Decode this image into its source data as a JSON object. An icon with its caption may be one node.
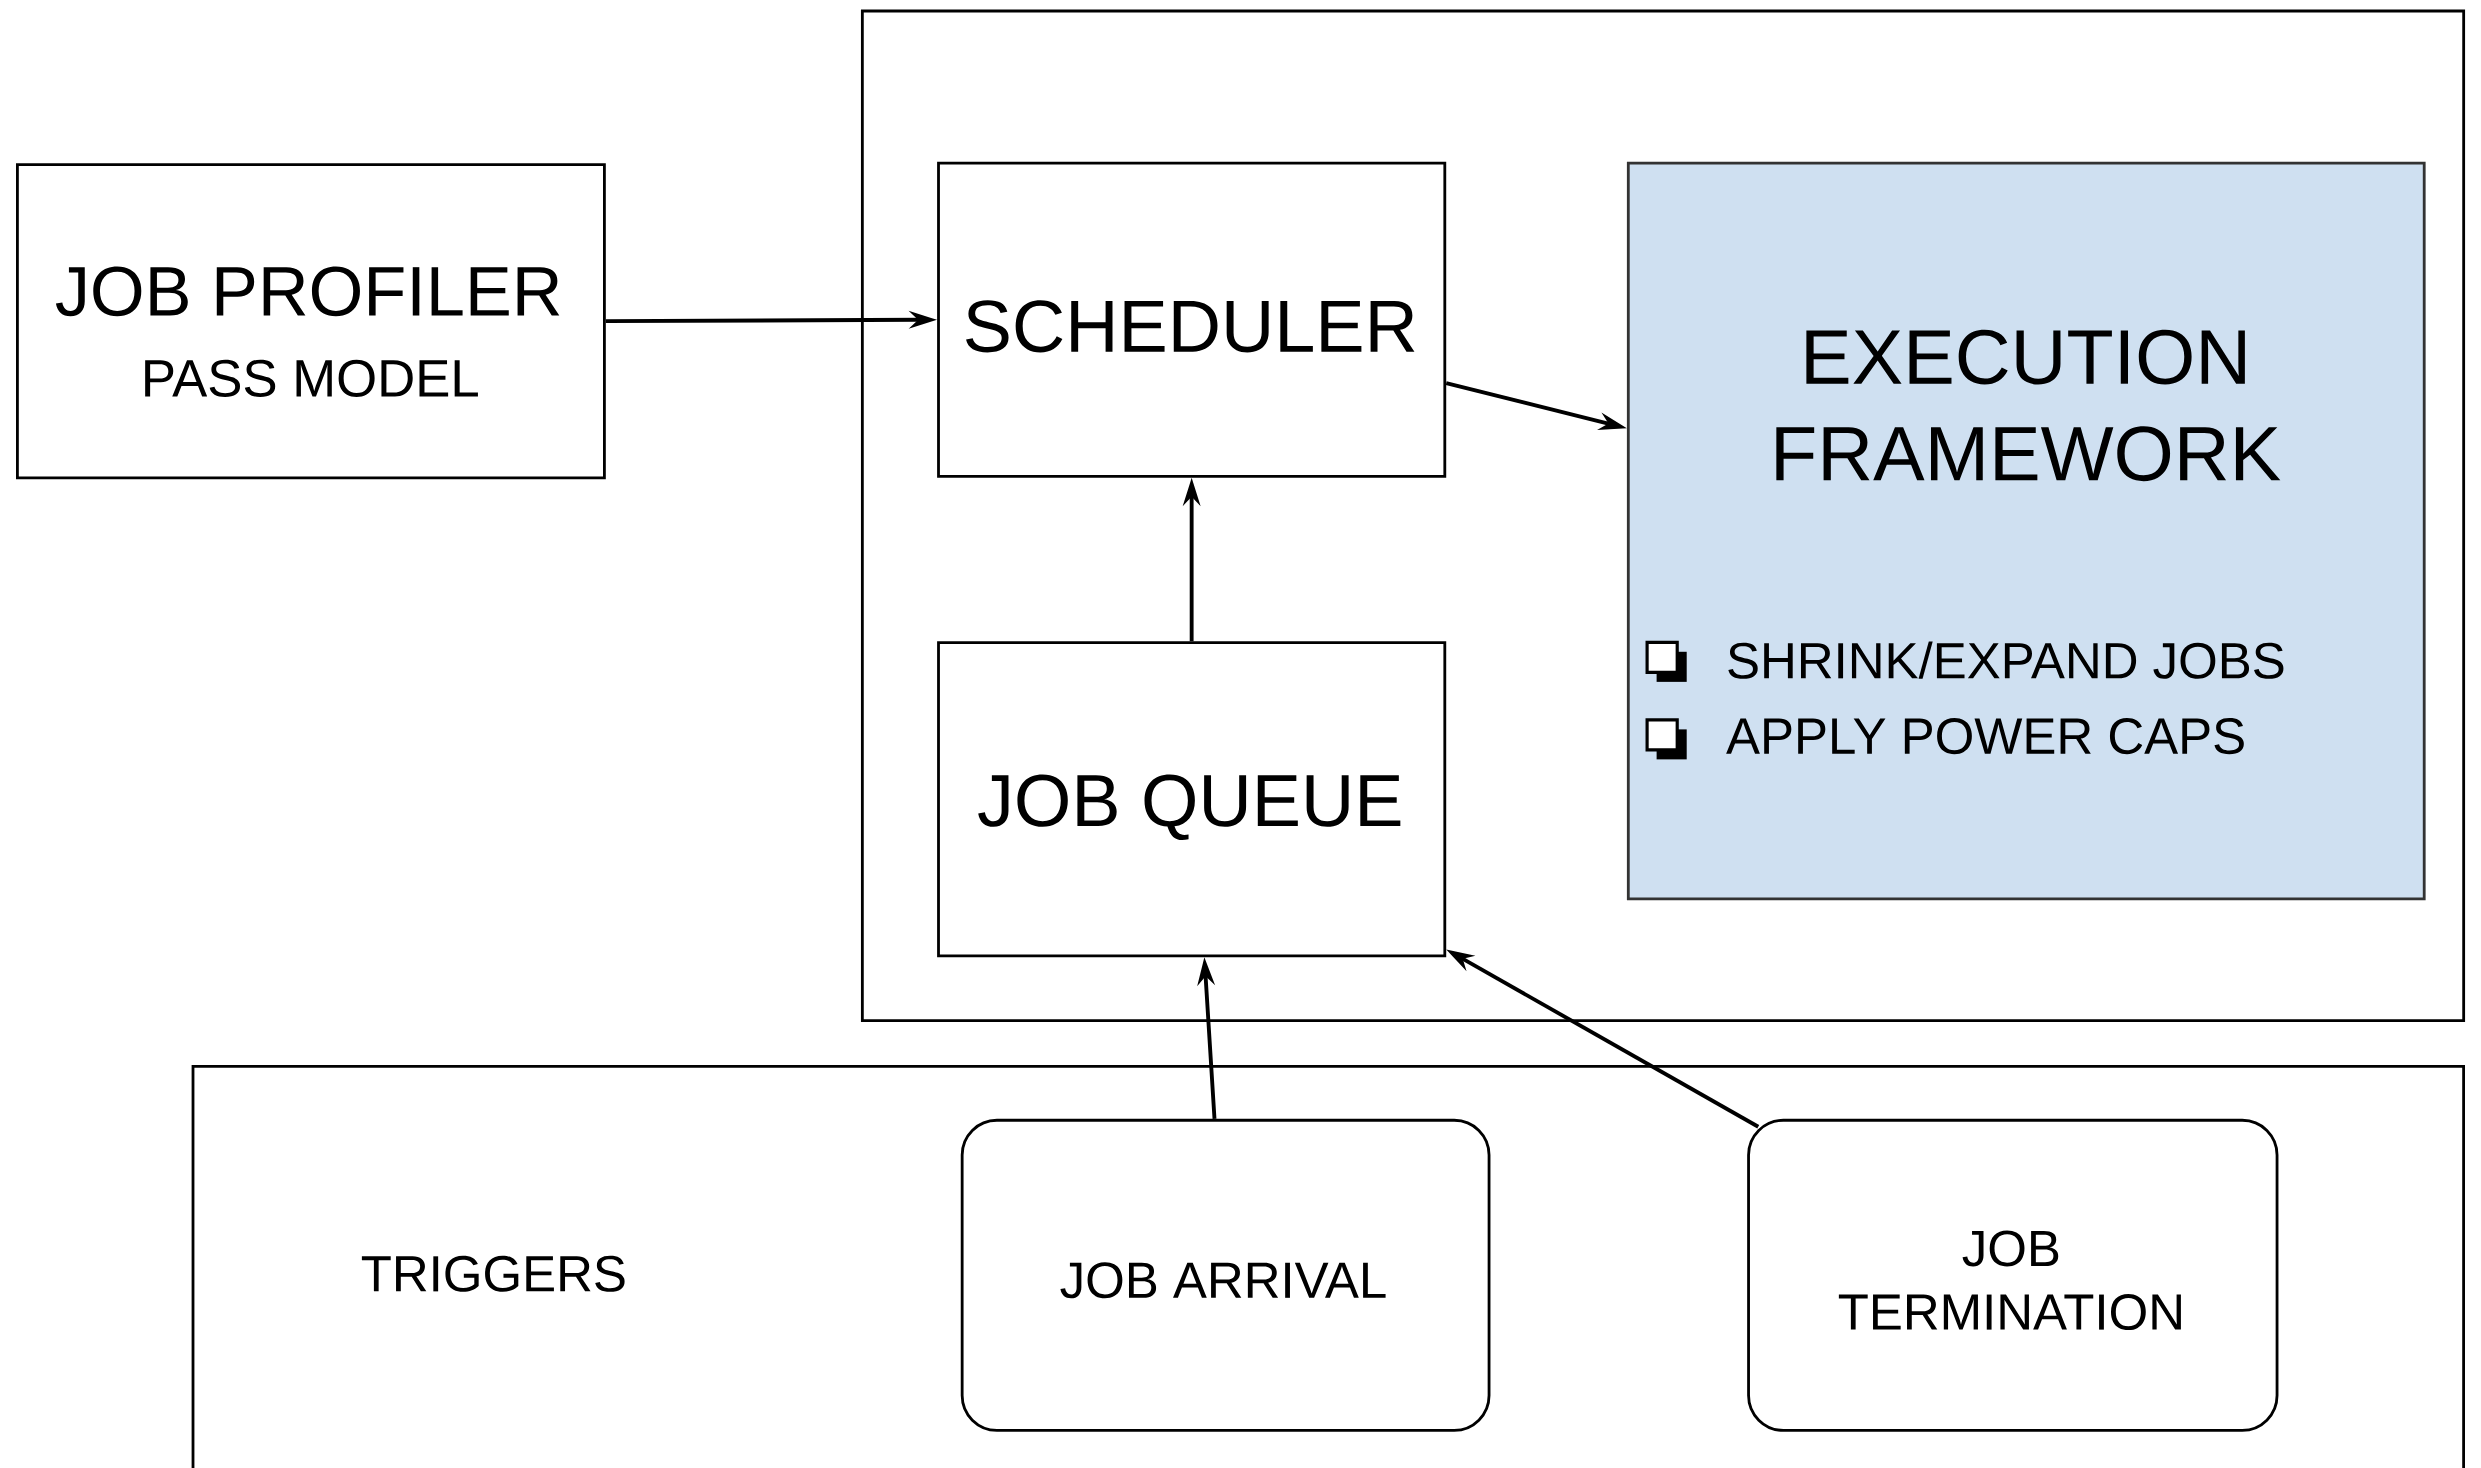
{
  "diagram": {
    "nodes": [
      {
        "text": [
          "JOB PROFILER",
          "PASS MODEL"
        ]
      },
      {
        "text": [],
        "shape": "box"
      },
      {
        "text": [
          "SCHEDULER"
        ],
        "in": 1
      },
      {
        "text": [
          "EXECUTION FRAMEWORK",
          "SHRINK/EXPAND JOBS",
          "APPLY POWER CAPS"
        ],
        "in": 1
      },
      {
        "text": [
          "JOB QUEUE"
        ],
        "in": 1
      },
      {
        "text": [
          "TRIGGERS"
        ]
      },
      {
        "text": [
          "JOB ARRIVAL"
        ],
        "in": 5
      },
      {
        "text": [
          "JOB TERMINATION"
        ],
        "in": 5
      }
    ],
    "edges": [
      {
        "from": 0,
        "to": 2,
        "arrow": "to"
      },
      {
        "from": 2,
        "to": 3,
        "arrow": "to"
      },
      {
        "from": 4,
        "to": 2,
        "arrow": "to"
      },
      {
        "from": 6,
        "to": 4,
        "arrow": "to"
      },
      {
        "from": 7,
        "to": 4,
        "arrow": "to"
      }
    ]
  }
}
